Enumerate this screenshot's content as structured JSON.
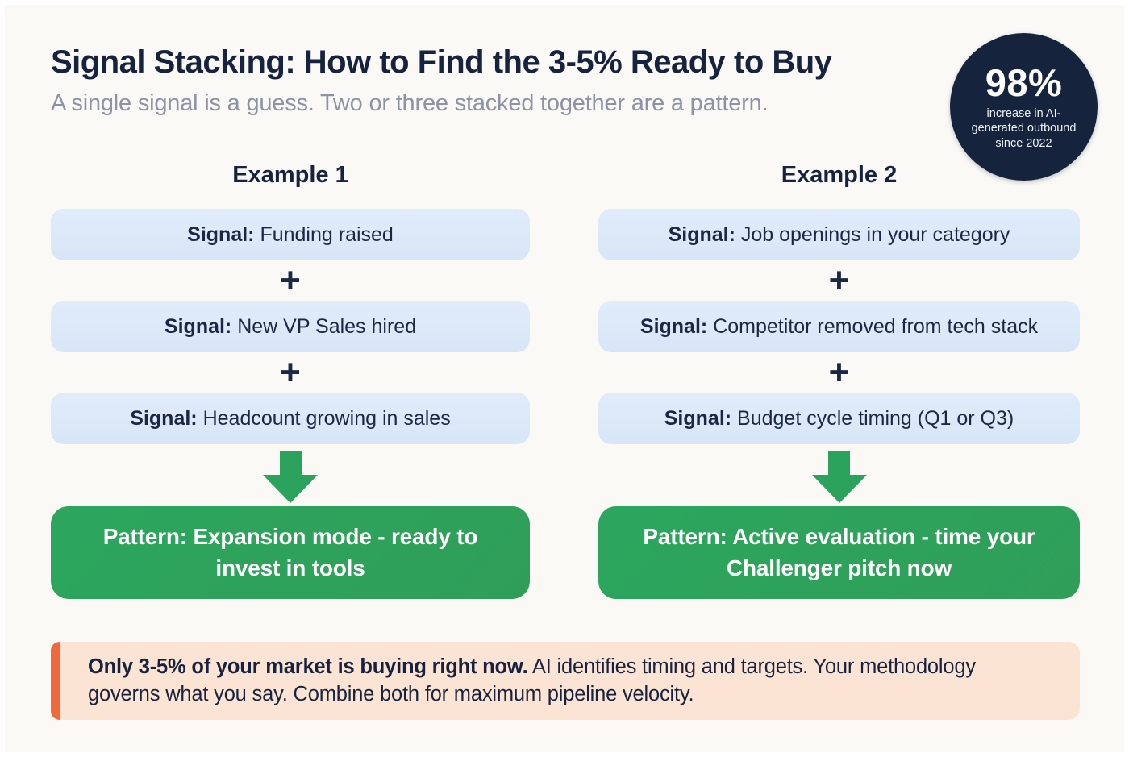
{
  "title": "Signal Stacking: How to Find the 3-5% Ready to Buy",
  "subtitle": "A single signal is a guess. Two or three stacked together are a pattern.",
  "badge": {
    "value": "98%",
    "caption": "increase in AI-generated outbound since 2022"
  },
  "icons": {
    "plus": "+",
    "arrow_down": "block-arrow-down"
  },
  "columns": [
    {
      "header": "Example 1",
      "signals": [
        {
          "label": "Signal:",
          "text": "Funding raised"
        },
        {
          "label": "Signal:",
          "text": "New VP Sales hired"
        },
        {
          "label": "Signal:",
          "text": "Headcount growing in sales"
        }
      ],
      "pattern": "Pattern: Expansion mode - ready to invest in tools"
    },
    {
      "header": "Example 2",
      "signals": [
        {
          "label": "Signal:",
          "text": "Job openings in your category"
        },
        {
          "label": "Signal:",
          "text": "Competitor removed from tech stack"
        },
        {
          "label": "Signal:",
          "text": "Budget cycle timing (Q1 or Q3)"
        }
      ],
      "pattern": "Pattern: Active evaluation - time your Challenger pitch now"
    }
  ],
  "callout": {
    "bold": "Only 3-5% of your market is buying right now.",
    "text": "AI identifies timing and targets. Your methodology governs what you say. Combine both for maximum pipeline velocity."
  },
  "colors": {
    "navy": "#17233e",
    "signal_box_bg": "#d9e7f8",
    "green": "#2ca65e",
    "callout_bg": "#fce4d4",
    "accent_orange": "#f0693b",
    "subtitle_gray": "#8b93a4",
    "background": "#faf9f6"
  }
}
